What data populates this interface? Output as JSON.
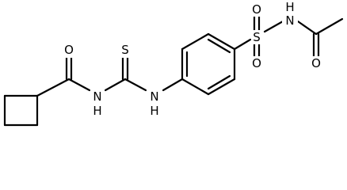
{
  "structure": {
    "atom_labels": {
      "carbonyl_o_left": "O",
      "amide_nh_left": "N",
      "amide_nh_left_h": "H",
      "thio_s": "S",
      "thiourea_nh_right": "N",
      "thiourea_nh_right_h": "H",
      "sulfonyl_s": "S",
      "sulfonyl_o_top": "O",
      "sulfonyl_o_bottom": "O",
      "sulfonamide_nh": "N",
      "sulfonamide_nh_h": "H",
      "acetyl_o": "O"
    }
  }
}
